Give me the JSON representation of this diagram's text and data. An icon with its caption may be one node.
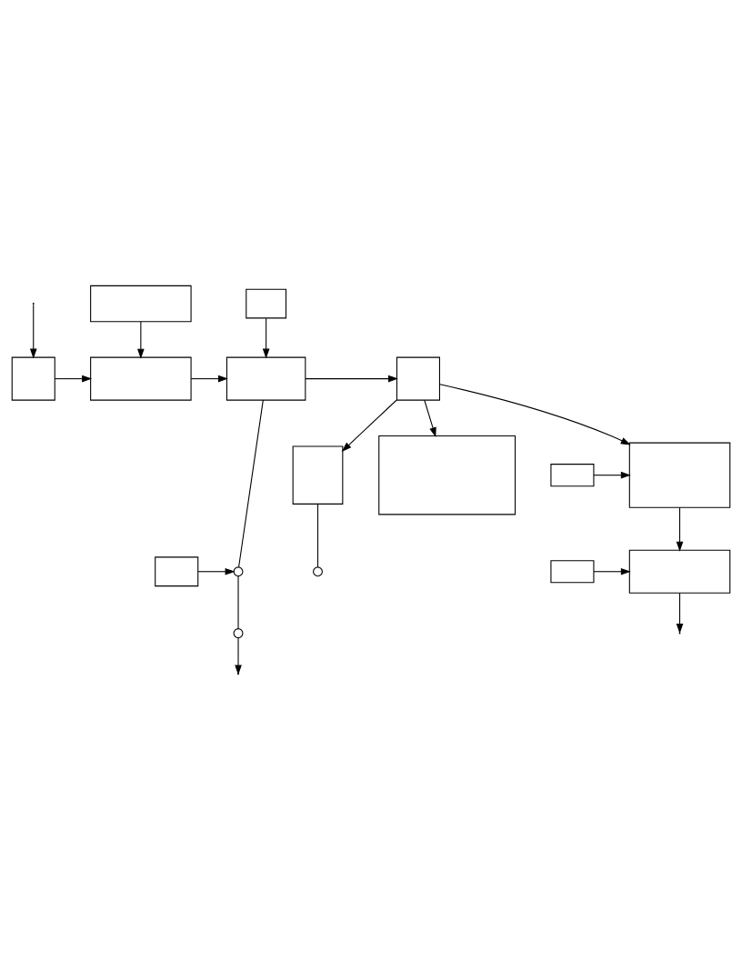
{
  "diagram": {
    "nodes": [
      {
        "text": [],
        "shape": "box"
      },
      {
        "text": [],
        "shape": "box"
      },
      {
        "text": [],
        "shape": "box"
      },
      {
        "text": [],
        "shape": "box"
      },
      {
        "text": [],
        "shape": "box"
      },
      {
        "text": [],
        "shape": "box"
      },
      {
        "text": [],
        "shape": "box"
      },
      {
        "text": [],
        "shape": "box"
      },
      {
        "text": [],
        "shape": "box"
      },
      {
        "text": [],
        "shape": "circle"
      },
      {
        "text": [],
        "shape": "circle"
      },
      {
        "text": [],
        "shape": "circle"
      },
      {
        "text": [],
        "shape": "box"
      },
      {
        "text": [],
        "shape": "box"
      },
      {
        "text": [],
        "shape": "box"
      },
      {
        "text": [],
        "shape": "box"
      }
    ],
    "edges": [
      {
        "from": null,
        "to": 0,
        "arrow": "to"
      },
      {
        "from": 0,
        "to": 1,
        "arrow": "to"
      },
      {
        "from": 1,
        "to": 3,
        "arrow": "to"
      },
      {
        "from": 2,
        "to": 1,
        "arrow": "to"
      },
      {
        "from": 4,
        "to": 3,
        "arrow": "to"
      },
      {
        "from": 3,
        "to": 5,
        "arrow": "to"
      },
      {
        "from": 3,
        "to": 9,
        "arrow": "none"
      },
      {
        "from": 5,
        "to": 6,
        "arrow": "to"
      },
      {
        "from": 5,
        "to": 7,
        "arrow": "to"
      },
      {
        "from": 5,
        "to": 13,
        "arrow": "to"
      },
      {
        "from": 8,
        "to": 9,
        "arrow": "to"
      },
      {
        "from": 6,
        "to": 10,
        "arrow": "none"
      },
      {
        "from": 9,
        "to": 11,
        "arrow": "none"
      },
      {
        "from": 11,
        "to": null,
        "arrow": "to"
      },
      {
        "from": 12,
        "to": 13,
        "arrow": "to"
      },
      {
        "from": 13,
        "to": 15,
        "arrow": "to"
      },
      {
        "from": 14,
        "to": 15,
        "arrow": "to"
      },
      {
        "from": 15,
        "to": null,
        "arrow": "to"
      }
    ]
  }
}
